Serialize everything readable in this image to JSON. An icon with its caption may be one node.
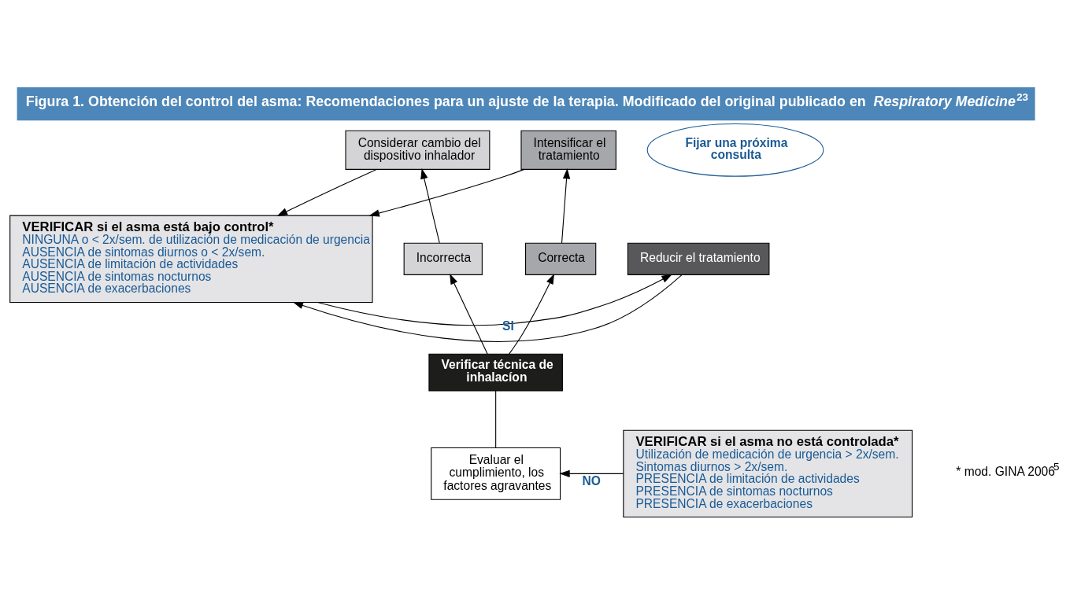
{
  "diagram": {
    "title": "Figura 1. Obtención del control del asma: Recomendaciones para un ajuste de la terapia. Modificado del original publicado en *Respiratory Medicine*$^{23}$",
    "nodes": [
      {
        "text": [
          "Considerar cambio del dispositivo inhalador"
        ]
      },
      {
        "text": [
          "Intensificar el tratamiento"
        ]
      },
      {
        "text": [
          "Fijar una próxima consulta"
        ]
      },
      {
        "text": [
          "Incorrecta"
        ]
      },
      {
        "text": [
          "Correcta"
        ]
      },
      {
        "text": [
          "VERIFICAR si el asma está bajo control*",
          "NINGUNA o < 2x/sem. de utilización de medicación de urgencia",
          "AUSENCIA de sintomas diurnos o < 2x/sem.",
          "AUSENCIA de limitación de actividades",
          "AUSENCIA de sintomas nocturnos",
          "AUSENCIA de exacerbaciones"
        ]
      },
      {
        "text": [
          "Reducir el tratamiento"
        ]
      },
      {
        "text": [
          "Verificar técnica de inhalacíon"
        ]
      },
      {
        "text": [
          "Evaluar el cumplimiento, los factores agravantes"
        ]
      },
      {
        "text": [
          "VERIFICAR si el asma no está controlada*",
          "Utilización de medicación de urgencia > 2x/sem.",
          "Sintomas diurnos > 2x/sem.",
          "PRESENCIA de limitación de actividades",
          "PRESENCIA de sintomas nocturnos",
          "PRESENCIA de exacerbaciones"
        ]
      }
    ],
    "edges": [
      {
        "from": 3,
        "to": 0,
        "arrow": "to"
      },
      {
        "from": 4,
        "to": 1,
        "arrow": "to"
      },
      {
        "from": 7,
        "to": 3,
        "arrow": "to"
      },
      {
        "from": 7,
        "to": 4,
        "arrow": "to"
      },
      {
        "from": 0,
        "to": 5,
        "arrow": "to"
      },
      {
        "from": 1,
        "to": 5,
        "arrow": "to"
      },
      {
        "from": 6,
        "to": 5,
        "arrow": "to"
      },
      {
        "from": 5,
        "to": 6,
        "arrow": "to",
        "label": "SI"
      },
      {
        "from": 9,
        "to": 8,
        "arrow": "to",
        "label": "NO"
      },
      {
        "from": 8,
        "to": 7,
        "arrow": "none"
      }
    ],
    "labels": [
      "* mod. GINA 2006$^{5}$"
    ]
  }
}
